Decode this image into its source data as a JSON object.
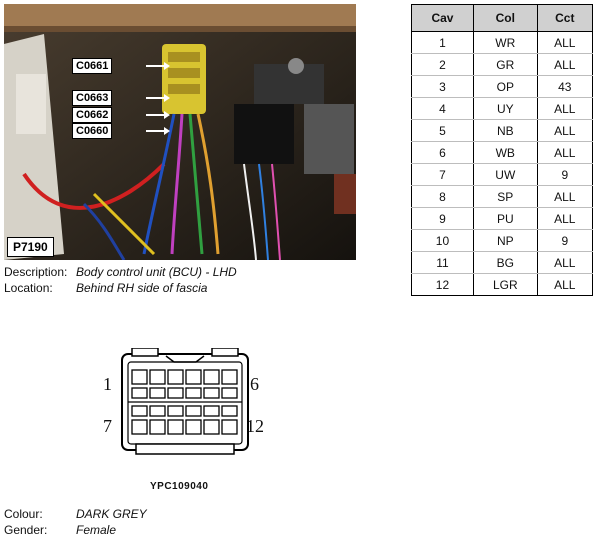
{
  "photo": {
    "code": "P7190",
    "callouts": [
      "C0661",
      "C0663",
      "C0662",
      "C0660"
    ]
  },
  "description": {
    "label": "Description:",
    "value": "Body control unit (BCU) - LHD"
  },
  "location": {
    "label": "Location:",
    "value": "Behind RH side of fascia"
  },
  "table": {
    "headers": [
      "Cav",
      "Col",
      "Cct"
    ],
    "rows": [
      [
        "1",
        "WR",
        "ALL"
      ],
      [
        "2",
        "GR",
        "ALL"
      ],
      [
        "3",
        "OP",
        "43"
      ],
      [
        "4",
        "UY",
        "ALL"
      ],
      [
        "5",
        "NB",
        "ALL"
      ],
      [
        "6",
        "WB",
        "ALL"
      ],
      [
        "7",
        "UW",
        "9"
      ],
      [
        "8",
        "SP",
        "ALL"
      ],
      [
        "9",
        "PU",
        "ALL"
      ],
      [
        "10",
        "NP",
        "9"
      ],
      [
        "11",
        "BG",
        "ALL"
      ],
      [
        "12",
        "LGR",
        "ALL"
      ]
    ]
  },
  "connector": {
    "pin_labels": [
      "1",
      "6",
      "7",
      "12"
    ],
    "part_number": "YPC109040"
  },
  "colour": {
    "label": "Colour:",
    "value": "DARK GREY"
  },
  "gender": {
    "label": "Gender:",
    "value": "Female"
  }
}
